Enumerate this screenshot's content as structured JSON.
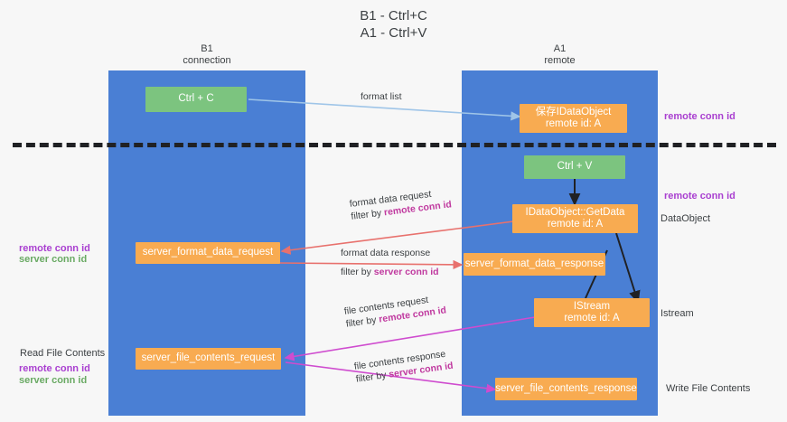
{
  "title": {
    "line1": "B1 - Ctrl+C",
    "line2": "A1 - Ctrl+V"
  },
  "lanes": [
    {
      "id": "b1",
      "name": "B1",
      "sub": "connection"
    },
    {
      "id": "a1",
      "name": "A1",
      "sub": "remote"
    }
  ],
  "nodes": {
    "ctrl_c": {
      "label": "Ctrl + C"
    },
    "save_idataobject": {
      "line1": "保存IDataObject",
      "line2": "remote id: A"
    },
    "ctrl_v": {
      "label": "Ctrl + V"
    },
    "getdata": {
      "line1": "IDataObject::GetData",
      "line2": "remote id: A"
    },
    "server_format_data_request": {
      "label": "server_format_data_request"
    },
    "server_format_data_response": {
      "label": "server_format_data_response"
    },
    "istream": {
      "line1": "IStream",
      "line2": "remote id: A"
    },
    "server_file_contents_request": {
      "label": "server_file_contents_request"
    },
    "server_file_contents_response": {
      "label": "server_file_contents_response"
    }
  },
  "edges": {
    "format_list": {
      "text": "format list"
    },
    "format_data_request": {
      "text": "format data request",
      "filter_prefix": "filter by ",
      "filter_key": "remote conn id"
    },
    "format_data_response": {
      "text": "format data response",
      "filter_prefix": "filter by ",
      "filter_key": "server conn id"
    },
    "file_contents_request": {
      "text": "file contents request",
      "filter_prefix": "filter by ",
      "filter_key": "remote conn id"
    },
    "file_contents_response": {
      "text": "file contents response",
      "filter_prefix": "filter by ",
      "filter_key": "server conn id"
    }
  },
  "annotations": {
    "right_remote_conn_id_top": "remote conn id",
    "right_remote_conn_id_mid": "remote conn id",
    "right_dataobject": "DataObject",
    "right_istream": "Istream",
    "right_write_file_contents": "Write File Contents",
    "left_remote_conn_id_mid": "remote conn id",
    "left_server_conn_id_mid": "server conn id",
    "left_read_file_contents": "Read File Contents",
    "left_remote_conn_id_bottom": "remote conn id",
    "left_server_conn_id_bottom": "server conn id"
  },
  "colors": {
    "lane": "#4a7fd4",
    "green_node": "#7cc47f",
    "orange_node": "#f8ab51",
    "purple_text": "#a93fd0",
    "green_text": "#6aaa64",
    "magenta_text": "#c0399f",
    "blue_arrow": "#9fc5e8",
    "red_arrow": "#e8716d",
    "magenta_arrow": "#cf4ccf",
    "black_arrow": "#202124",
    "background": "#f7f7f7"
  }
}
